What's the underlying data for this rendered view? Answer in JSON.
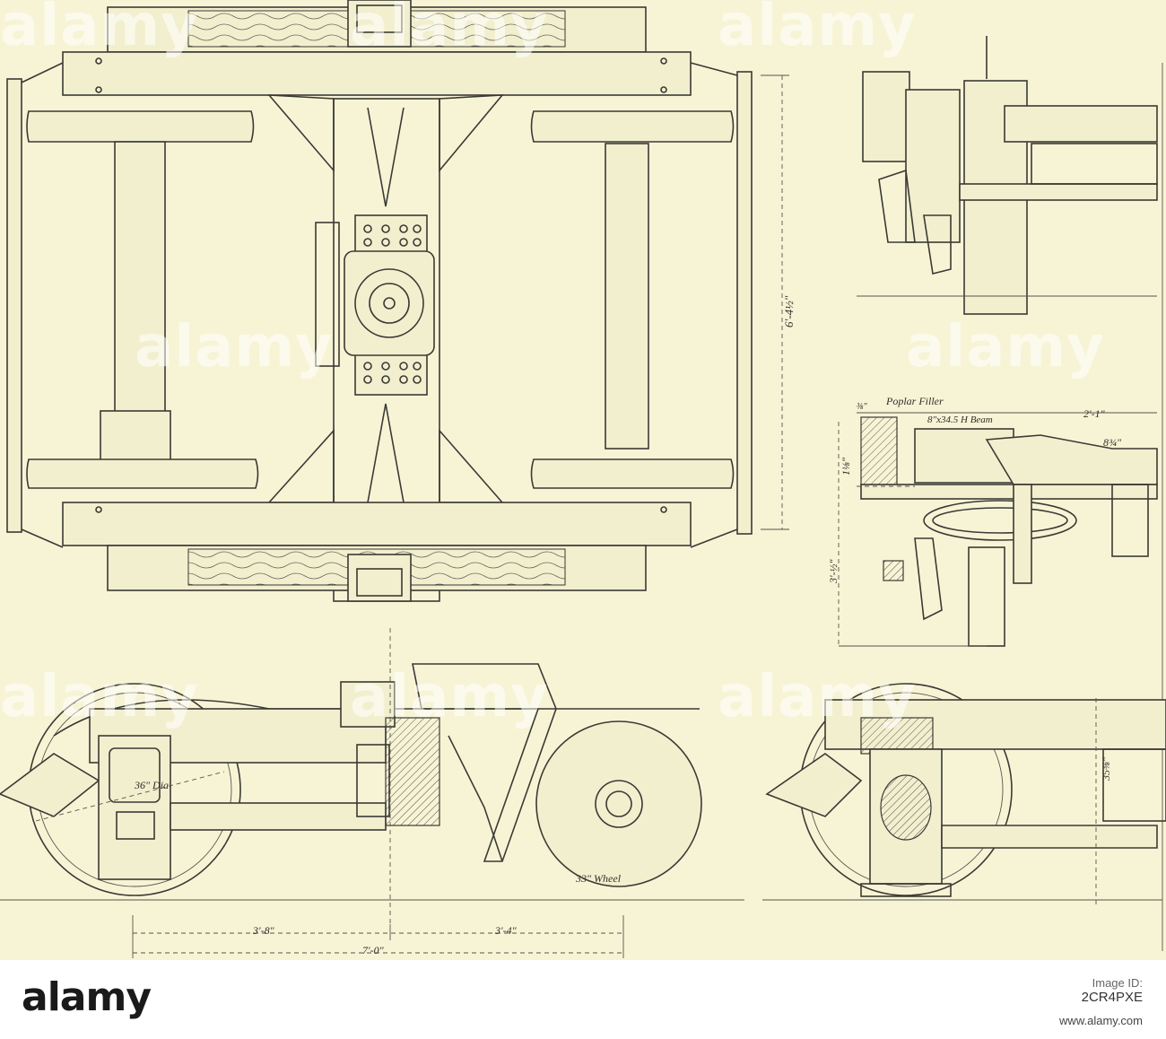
{
  "drawing": {
    "labels": {
      "poplar_filler": "Poplar Filler",
      "h_beam": "8\"x34.5 H Beam",
      "dim_2_1": "2'-1\"",
      "dim_8_3_4": "8¾\"",
      "dim_1_1_8": "1⅛\"",
      "dim_3_1_2": "3'-½\"",
      "dim_3_8": "⅜\"",
      "dim_6_4_half": "6'-4½\"",
      "wheel_dia": "36\" Dia",
      "wheel_33": "33\" Wheel",
      "dim_3_8_ft": "3'-8\"",
      "dim_3_4_ft": "3'-4\"",
      "dim_7_0": "7'-0\"",
      "dim_35_3_8": "35⅜\""
    },
    "watermark": "alamy"
  },
  "footer": {
    "logo": "alamy",
    "image_id_label": "Image ID:",
    "image_id": "2CR4PXE",
    "url": "www.alamy.com"
  }
}
